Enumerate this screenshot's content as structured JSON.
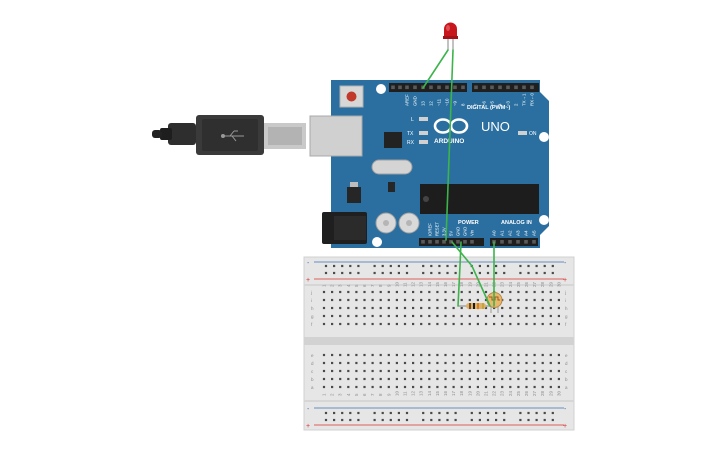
{
  "board": {
    "logo_text": "ARDUINO",
    "model": "UNO",
    "digital_label": "DIGITAL (PWM~)",
    "power_label": "POWER",
    "analog_label": "ANALOG IN",
    "on_label": "ON",
    "led_labels": [
      "L",
      "TX",
      "RX"
    ],
    "digital_pins": [
      "AREF",
      "GND",
      "13",
      "12",
      "~11",
      "~10",
      "~9",
      "8",
      "7",
      "~6",
      "~5",
      "4",
      "~3",
      "2",
      "TX→1",
      "RX←0"
    ],
    "power_pins": [
      "IOREF",
      "RESET",
      "3.3V",
      "5V",
      "GND",
      "GND",
      "Vin"
    ],
    "analog_pins": [
      "A0",
      "A1",
      "A2",
      "A3",
      "A4",
      "A5"
    ]
  },
  "breadboard": {
    "row_letters_top": [
      "j",
      "i",
      "h",
      "g",
      "f"
    ],
    "row_letters_bottom": [
      "e",
      "d",
      "c",
      "b",
      "a"
    ],
    "rail_plus": "+",
    "rail_minus": "-",
    "columns": 30
  },
  "colors": {
    "board": "#2a6fa0",
    "wire": "#3cb44b",
    "led": "#c8161d",
    "usb_cable": "#2e2e2e",
    "breadboard": "#e6e6e6",
    "rail_red": "#d9302c",
    "rail_blue": "#3b6fb6"
  },
  "components": {
    "led": "red-led",
    "sensor": "photoresistor",
    "resistor": "resistor"
  }
}
